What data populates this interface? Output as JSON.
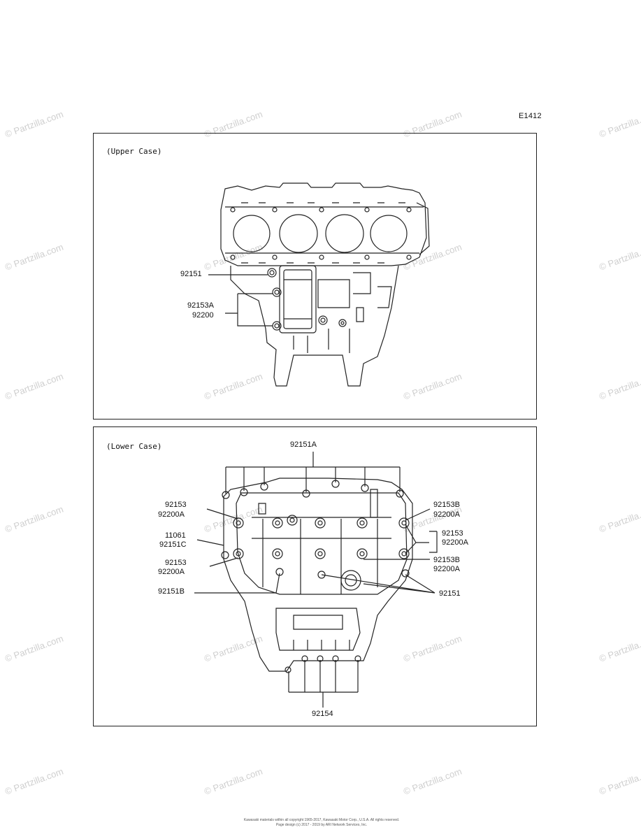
{
  "page": {
    "code": "E1412"
  },
  "upper_panel": {
    "title": "(Upper Case)",
    "labels": [
      "92151",
      "92153A",
      "92200"
    ]
  },
  "lower_panel": {
    "title": "(Lower Case)",
    "labels": {
      "top": "92151A",
      "l1a": "92153",
      "l1b": "92200A",
      "l2a": "11061",
      "l2b": "92151C",
      "l3a": "92153",
      "l3b": "92200A",
      "l4": "92151B",
      "r1a": "92153B",
      "r1b": "92200A",
      "r2a": "92153",
      "r2b": "92200A",
      "r3a": "92153B",
      "r3b": "92200A",
      "r4": "92151",
      "bottom": "92154"
    }
  },
  "watermark": {
    "text": "© Partzilla.com"
  },
  "footer": {
    "line1": "Kawasaki materials within all copyright 1965-2017, Kawasaki Motor Corp., U.S.A. All rights reserved.",
    "line2": "Page design (c) 2017 - 2019 by ARI Network Services, Inc."
  },
  "colors": {
    "line": "#222222",
    "watermark": "#cfcfcf"
  }
}
